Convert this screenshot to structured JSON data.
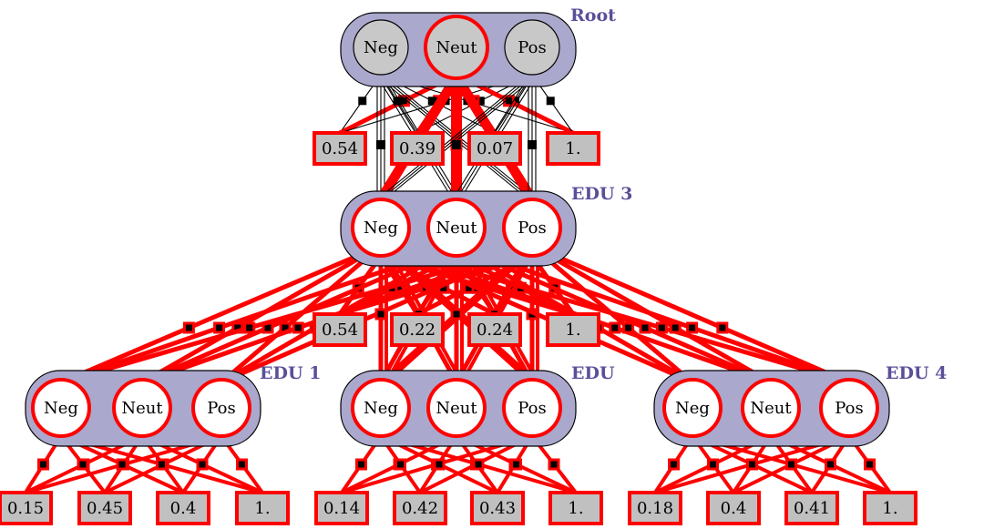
{
  "colors": {
    "highlight": "#ff0000",
    "group_fill": "#aaa8cc",
    "group_label": "#5b4f99",
    "node_gray": "#c8c8c8",
    "box_fill": "#c0c0c0"
  },
  "root": {
    "label": "Root",
    "nodes": [
      "Neg",
      "Neut",
      "Pos"
    ],
    "factors": [
      "0.54",
      "0.39",
      "0.07",
      "1."
    ]
  },
  "edu3": {
    "label": "EDU 3",
    "nodes": [
      "Neg",
      "Neut",
      "Pos"
    ],
    "factors": [
      "0.54",
      "0.22",
      "0.24",
      "1."
    ]
  },
  "edu1": {
    "label": "EDU 1",
    "nodes": [
      "Neg",
      "Neut",
      "Pos"
    ],
    "factors": [
      "0.15",
      "0.45",
      "0.4",
      "1."
    ]
  },
  "edu2": {
    "label": "EDU",
    "nodes": [
      "Neg",
      "Neut",
      "Pos"
    ],
    "factors": [
      "0.14",
      "0.42",
      "0.43",
      "1."
    ]
  },
  "edu4": {
    "label": "EDU 4",
    "nodes": [
      "Neg",
      "Neut",
      "Pos"
    ],
    "factors": [
      "0.18",
      "0.4",
      "0.41",
      "1."
    ]
  }
}
